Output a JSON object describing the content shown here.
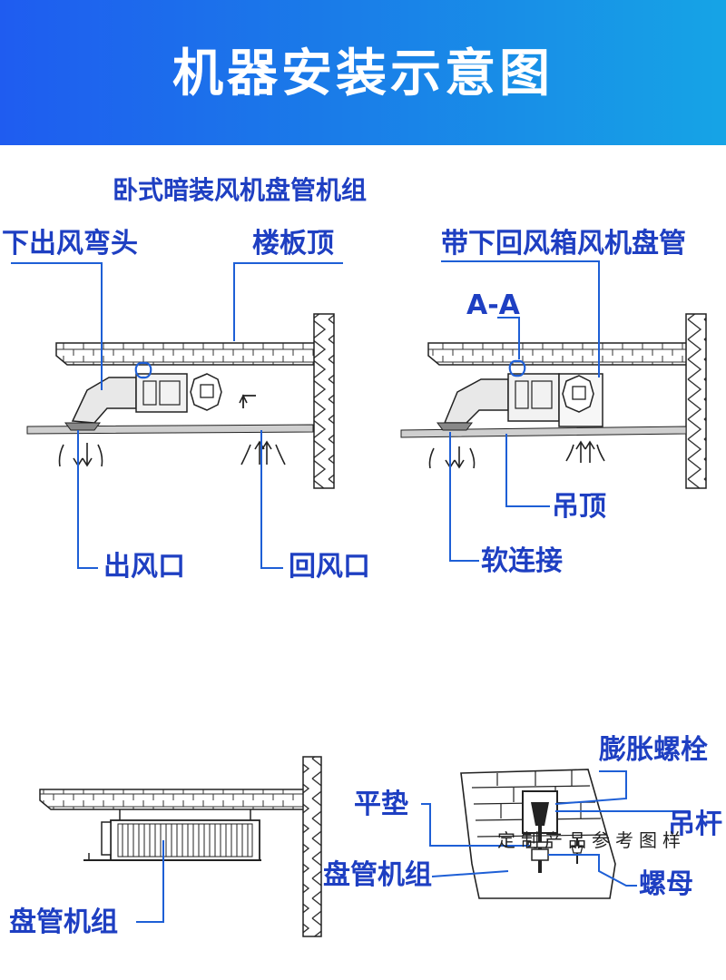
{
  "banner": {
    "title": "机器安装示意图"
  },
  "diagram1": {
    "title": "卧式暗装风机盘管机组",
    "label_elbow": "下出风弯头",
    "label_slab": "楼板顶",
    "label_outlet": "出风口",
    "label_return": "回风口"
  },
  "diagram2": {
    "title": "带下回风箱风机盘管",
    "label_section": "A-A",
    "label_ceiling": "吊顶",
    "label_flex": "软连接"
  },
  "diagram3": {
    "label_coil": "盘管机组"
  },
  "diagram4": {
    "label_bolt": "膨胀螺栓",
    "label_washer": "平垫",
    "label_rod": "吊杆",
    "label_coil": "盘管机组",
    "label_nut": "螺母"
  },
  "watermark": "定制产品参考图样",
  "colors": {
    "accent": "#1e3fc2",
    "banner_left": "#1f5cf0",
    "banner_right": "#16a4e6",
    "line": "#1e5fd6"
  }
}
